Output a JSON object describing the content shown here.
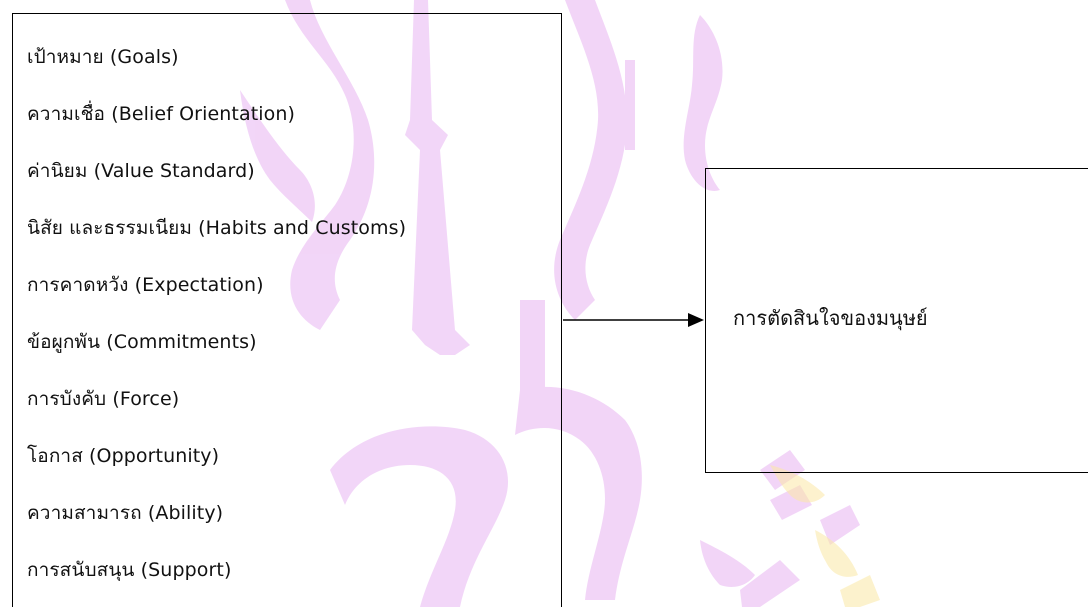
{
  "factors": [
    "เป้าหมาย (Goals)",
    "ความเชื่อ (Belief Orientation)",
    "ค่านิยม (Value Standard)",
    "นิสัย และธรรมเนียม (Habits and Customs)",
    "การคาดหวัง (Expectation)",
    "ข้อผูกพัน (Commitments)",
    "การบังคับ (Force)",
    "โอกาส (Opportunity)",
    "ความสามารถ (Ability)",
    "การสนับสนุน (Support)"
  ],
  "result": {
    "label": "การตัดสินใจของมนุษย์"
  },
  "colors": {
    "watermark_purple": "#e8b4f2",
    "watermark_yellow": "#fbe8a6",
    "border": "#000000",
    "text": "#111111"
  }
}
